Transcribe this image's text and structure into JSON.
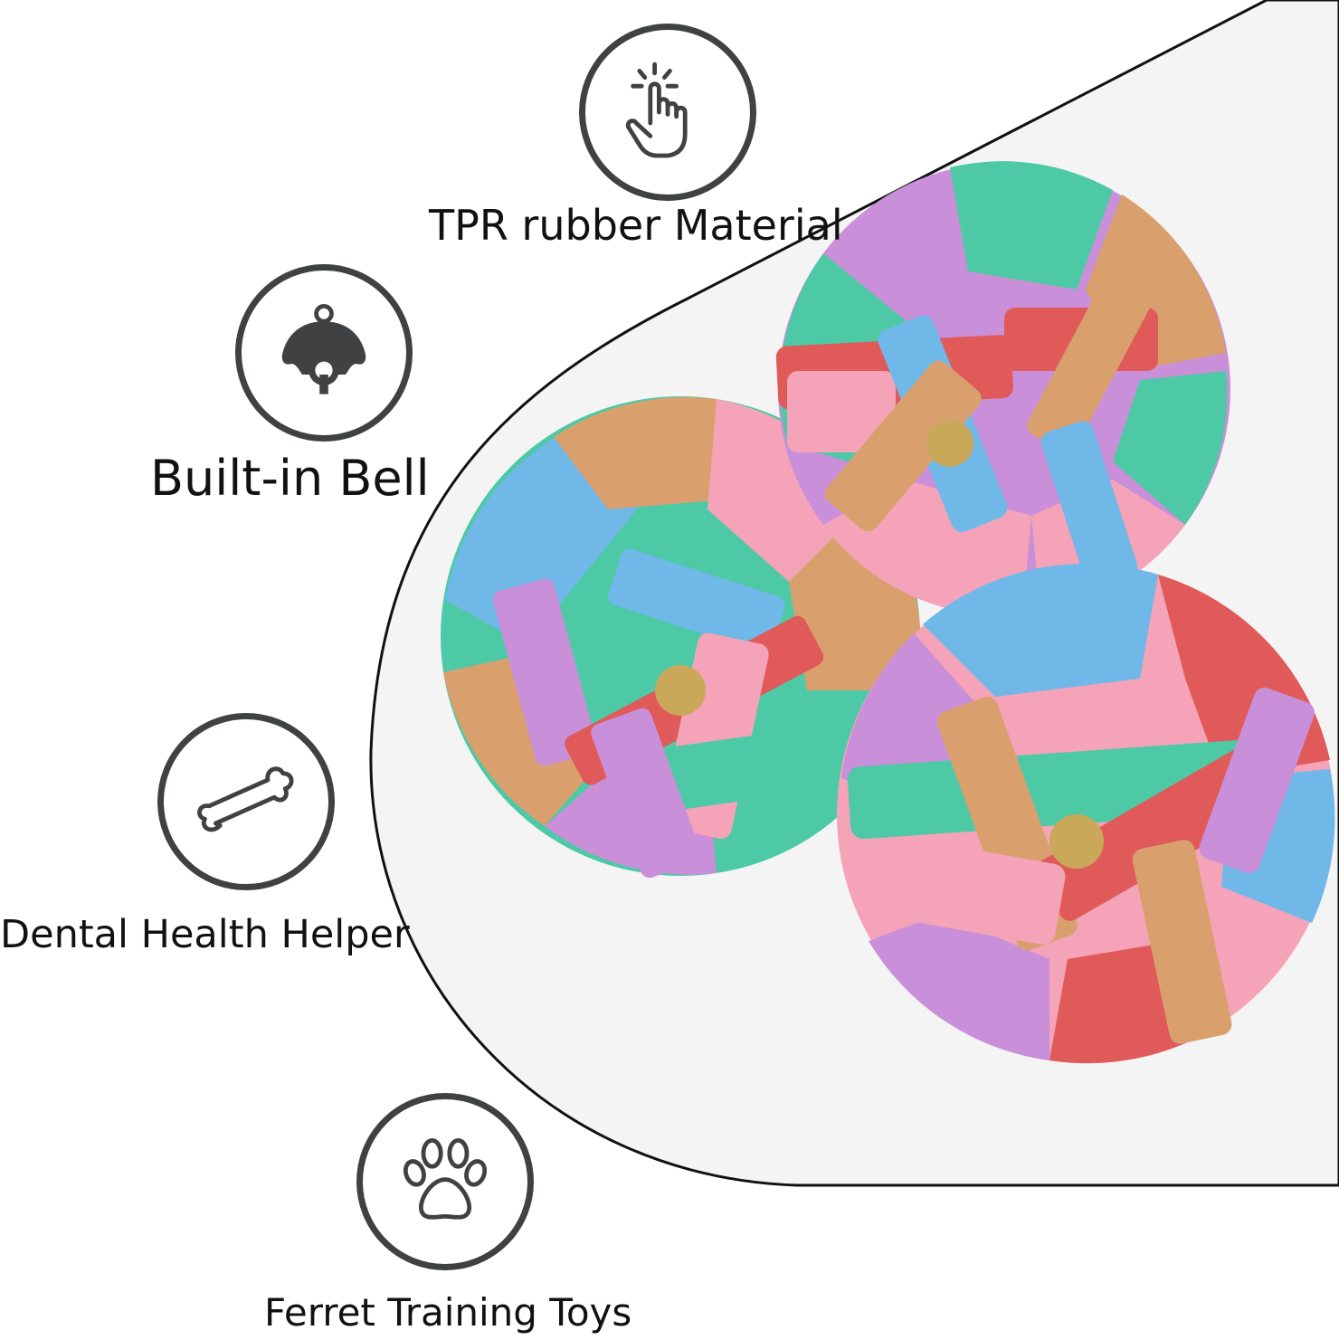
{
  "features": [
    {
      "id": "tpr",
      "icon": "tap-finger-icon",
      "label": "TPR rubber Material"
    },
    {
      "id": "bell",
      "icon": "bell-icon",
      "label": "Built-in Bell"
    },
    {
      "id": "bone",
      "icon": "bone-icon",
      "label": "Dental Health Helper"
    },
    {
      "id": "paw",
      "icon": "paw-print-icon",
      "label": "Ferret Training Toys"
    }
  ],
  "product": {
    "name": "woven-rainbow-bell-ball",
    "count_shown": 3,
    "colors": [
      "#e05a5a",
      "#f4a3b8",
      "#c98fd8",
      "#6fb8e8",
      "#4ec9a5",
      "#d9a06e"
    ]
  },
  "style": {
    "icon_stroke": "#3f4142",
    "panel_fill": "#f4f4f4",
    "panel_stroke": "#111111"
  }
}
